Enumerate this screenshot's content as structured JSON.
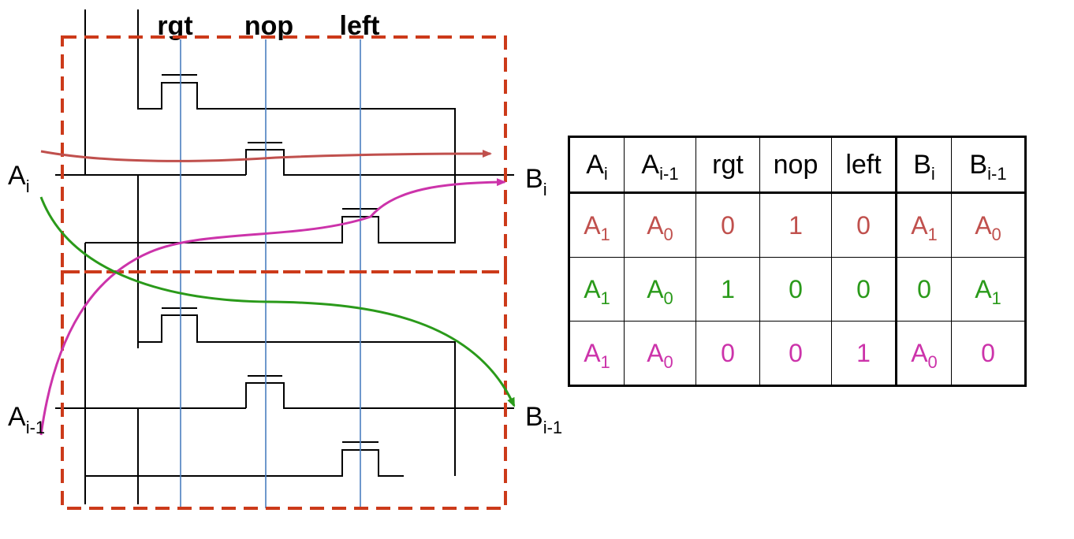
{
  "control_labels": [
    "rgt",
    "nop",
    "left"
  ],
  "ports": {
    "a_i": {
      "base": "A",
      "sub": "i"
    },
    "a_i_minus_1": {
      "base": "A",
      "sub": "i-1"
    },
    "b_i": {
      "base": "B",
      "sub": "i"
    },
    "b_i_minus_1": {
      "base": "B",
      "sub": "i-1"
    }
  },
  "colors": {
    "row1": "#c0504d",
    "row2": "#2a9a1a",
    "row3": "#cc33aa",
    "box": "#cc3a1a",
    "control_line": "#4a7fc0"
  },
  "table": {
    "headers": [
      {
        "base": "A",
        "sub": "i"
      },
      {
        "base": "A",
        "sub": "i-1"
      },
      {
        "base": "rgt",
        "sub": ""
      },
      {
        "base": "nop",
        "sub": ""
      },
      {
        "base": "left",
        "sub": ""
      },
      {
        "base": "B",
        "sub": "i"
      },
      {
        "base": "B",
        "sub": "i-1"
      }
    ],
    "rows": [
      {
        "color": "row1",
        "cells": [
          {
            "base": "A",
            "sub": "1"
          },
          {
            "base": "A",
            "sub": "0"
          },
          {
            "base": "0",
            "sub": ""
          },
          {
            "base": "1",
            "sub": ""
          },
          {
            "base": "0",
            "sub": ""
          },
          {
            "base": "A",
            "sub": "1"
          },
          {
            "base": "A",
            "sub": "0"
          }
        ]
      },
      {
        "color": "row2",
        "cells": [
          {
            "base": "A",
            "sub": "1"
          },
          {
            "base": "A",
            "sub": "0"
          },
          {
            "base": "1",
            "sub": ""
          },
          {
            "base": "0",
            "sub": ""
          },
          {
            "base": "0",
            "sub": ""
          },
          {
            "base": "0",
            "sub": ""
          },
          {
            "base": "A",
            "sub": "1"
          }
        ]
      },
      {
        "color": "row3",
        "cells": [
          {
            "base": "A",
            "sub": "1"
          },
          {
            "base": "A",
            "sub": "0"
          },
          {
            "base": "0",
            "sub": ""
          },
          {
            "base": "0",
            "sub": ""
          },
          {
            "base": "1",
            "sub": ""
          },
          {
            "base": "A",
            "sub": "0"
          },
          {
            "base": "0",
            "sub": ""
          }
        ]
      }
    ]
  }
}
